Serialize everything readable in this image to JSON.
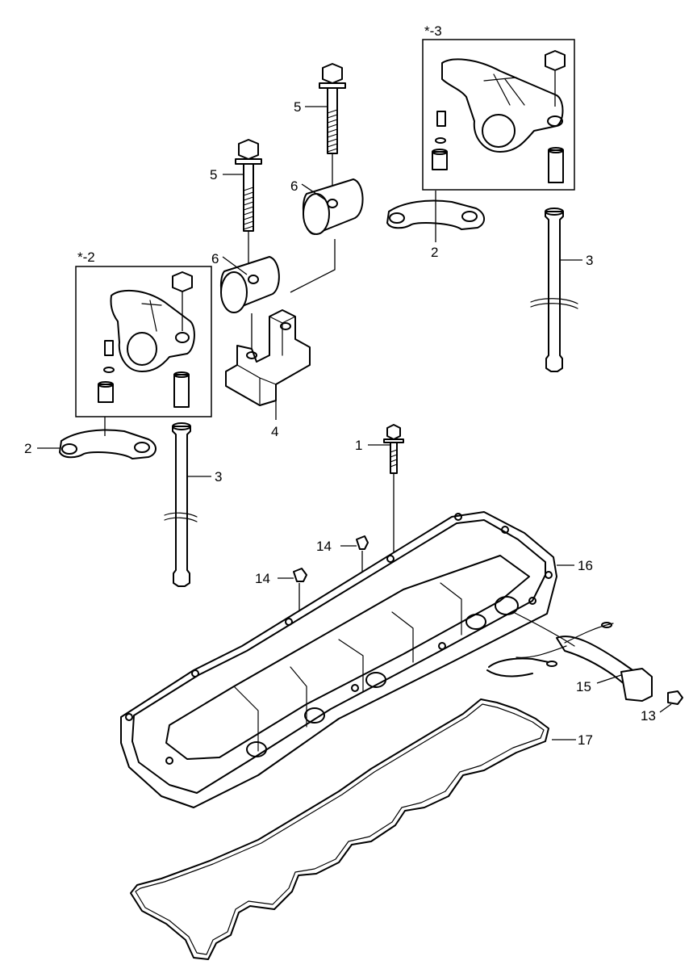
{
  "callouts": {
    "c1": "1",
    "c2_left": "2",
    "c2_right": "2",
    "c3_left": "3",
    "c3_right": "3",
    "c4": "4",
    "c5_left": "5",
    "c5_right": "5",
    "c6_left": "6",
    "c6_right": "6",
    "c13": "13",
    "c14_left": "14",
    "c14_right": "14",
    "c15": "15",
    "c16": "16",
    "c17": "17",
    "group_2": "*-2",
    "group_3": "*-3"
  }
}
